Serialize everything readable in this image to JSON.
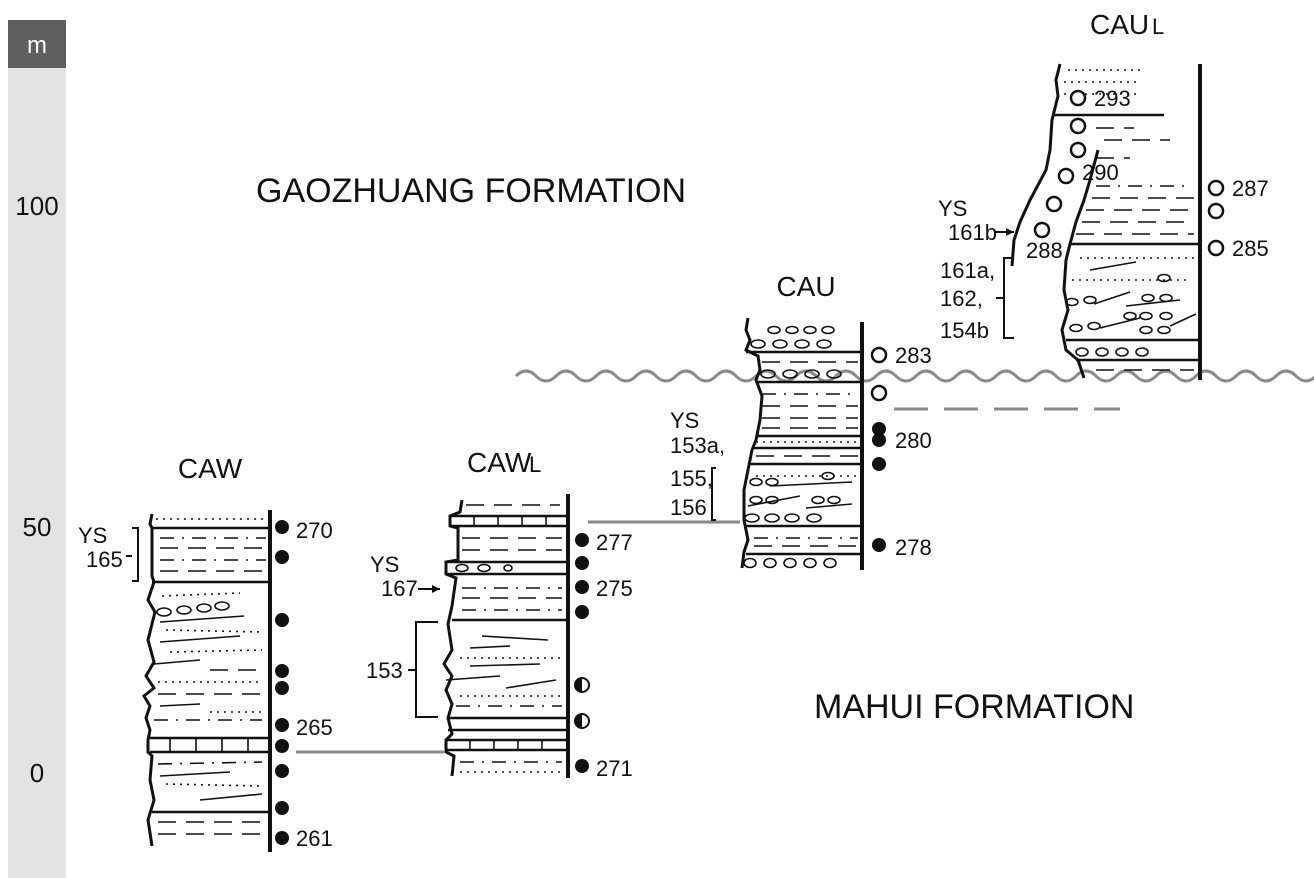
{
  "scale": {
    "unit": "m",
    "ticks": [
      "100",
      "50",
      "0"
    ]
  },
  "formations": {
    "upper": "GAOZHUANG FORMATION",
    "lower": "MAHUI FORMATION"
  },
  "sections": {
    "caw": {
      "name": "CAW",
      "samples": [
        "270",
        "265",
        "261"
      ],
      "ys_label": "YS",
      "ys_num": "165"
    },
    "cawl": {
      "name_main": "CAW",
      "name_sub": "L",
      "samples": [
        "277",
        "275",
        "271"
      ],
      "ys_label": "YS",
      "ys_num": "167",
      "bracket_num": "153"
    },
    "cau": {
      "name": "CAU",
      "samples": [
        "283",
        "280",
        "278"
      ],
      "ys_label": "YS",
      "ys_lines": [
        "153a,",
        "155,",
        "156"
      ]
    },
    "caul": {
      "name_main": "CAU",
      "name_sub": "L",
      "samples": [
        "293",
        "290",
        "287",
        "285",
        "288"
      ],
      "ys_label": "YS",
      "ys_num": "161b",
      "bracket_lines": [
        "161a,",
        "162,",
        "154b"
      ]
    }
  }
}
